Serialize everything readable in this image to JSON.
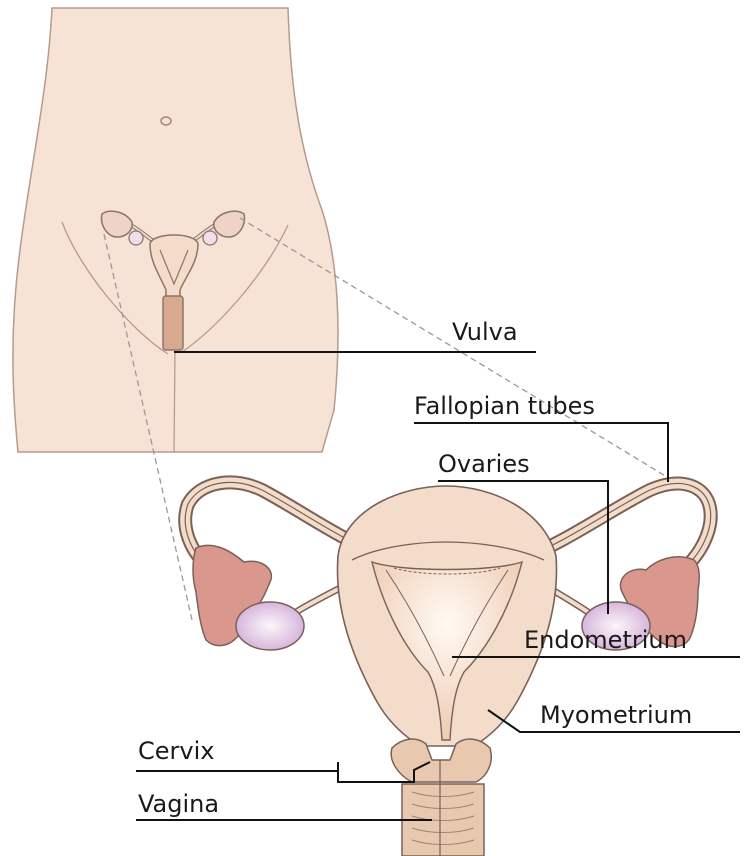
{
  "labels": {
    "vulva": "Vulva",
    "fallopian_tubes": "Fallopian tubes",
    "ovaries": "Ovaries",
    "endometrium": "Endometrium",
    "myometrium": "Myometrium",
    "cervix": "Cervix",
    "vagina": "Vagina"
  },
  "colors": {
    "skin": "#f7e3d6",
    "skin_outline": "#b89a8c",
    "uterus_fill": "#f4dccb",
    "ovary_fill": "#e6cde6",
    "fimbriae_fill": "#d9978e",
    "vagina_fill": "#e8c9b0",
    "leader_line": "#111111",
    "zoom_line": "#999999"
  }
}
